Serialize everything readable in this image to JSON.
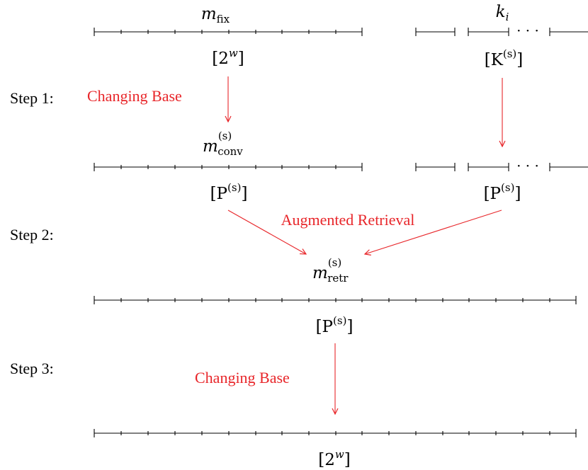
{
  "colors": {
    "line": "#000000",
    "annotation": "#e8262a"
  },
  "steps": {
    "step1": "Step 1:",
    "step2": "Step 2:",
    "step3": "Step 3:"
  },
  "annotations": {
    "changing_base_1": "Changing Base",
    "augmented_retrieval": "Augmented Retrieval",
    "changing_base_2": "Changing Base"
  },
  "labels": {
    "m_fix_main": "m",
    "m_fix_sub": "fix",
    "k_main": "k",
    "k_sub": "i",
    "two_w_top_open": "[2",
    "two_w_top_sup": "w",
    "two_w_top_close": "]",
    "K_s_open": "[K",
    "K_s_sup": "(s)",
    "K_s_close": "]",
    "m_conv_main": "m",
    "m_conv_sup": "(s)",
    "m_conv_sub": "conv",
    "P_s_left_open": "[P",
    "P_s_left_sup": "(s)",
    "P_s_left_close": "]",
    "P_s_right_open": "[P",
    "P_s_right_sup": "(s)",
    "P_s_right_close": "]",
    "m_retr_main": "m",
    "m_retr_sup": "(s)",
    "m_retr_sub": "retr",
    "P_s_mid_open": "[P",
    "P_s_mid_sup": "(s)",
    "P_s_mid_close": "]",
    "two_w_bot_open": "[2",
    "two_w_bot_sup": "w",
    "two_w_bot_close": "]",
    "dots_1": "· · ·",
    "dots_2": "· · ·"
  }
}
